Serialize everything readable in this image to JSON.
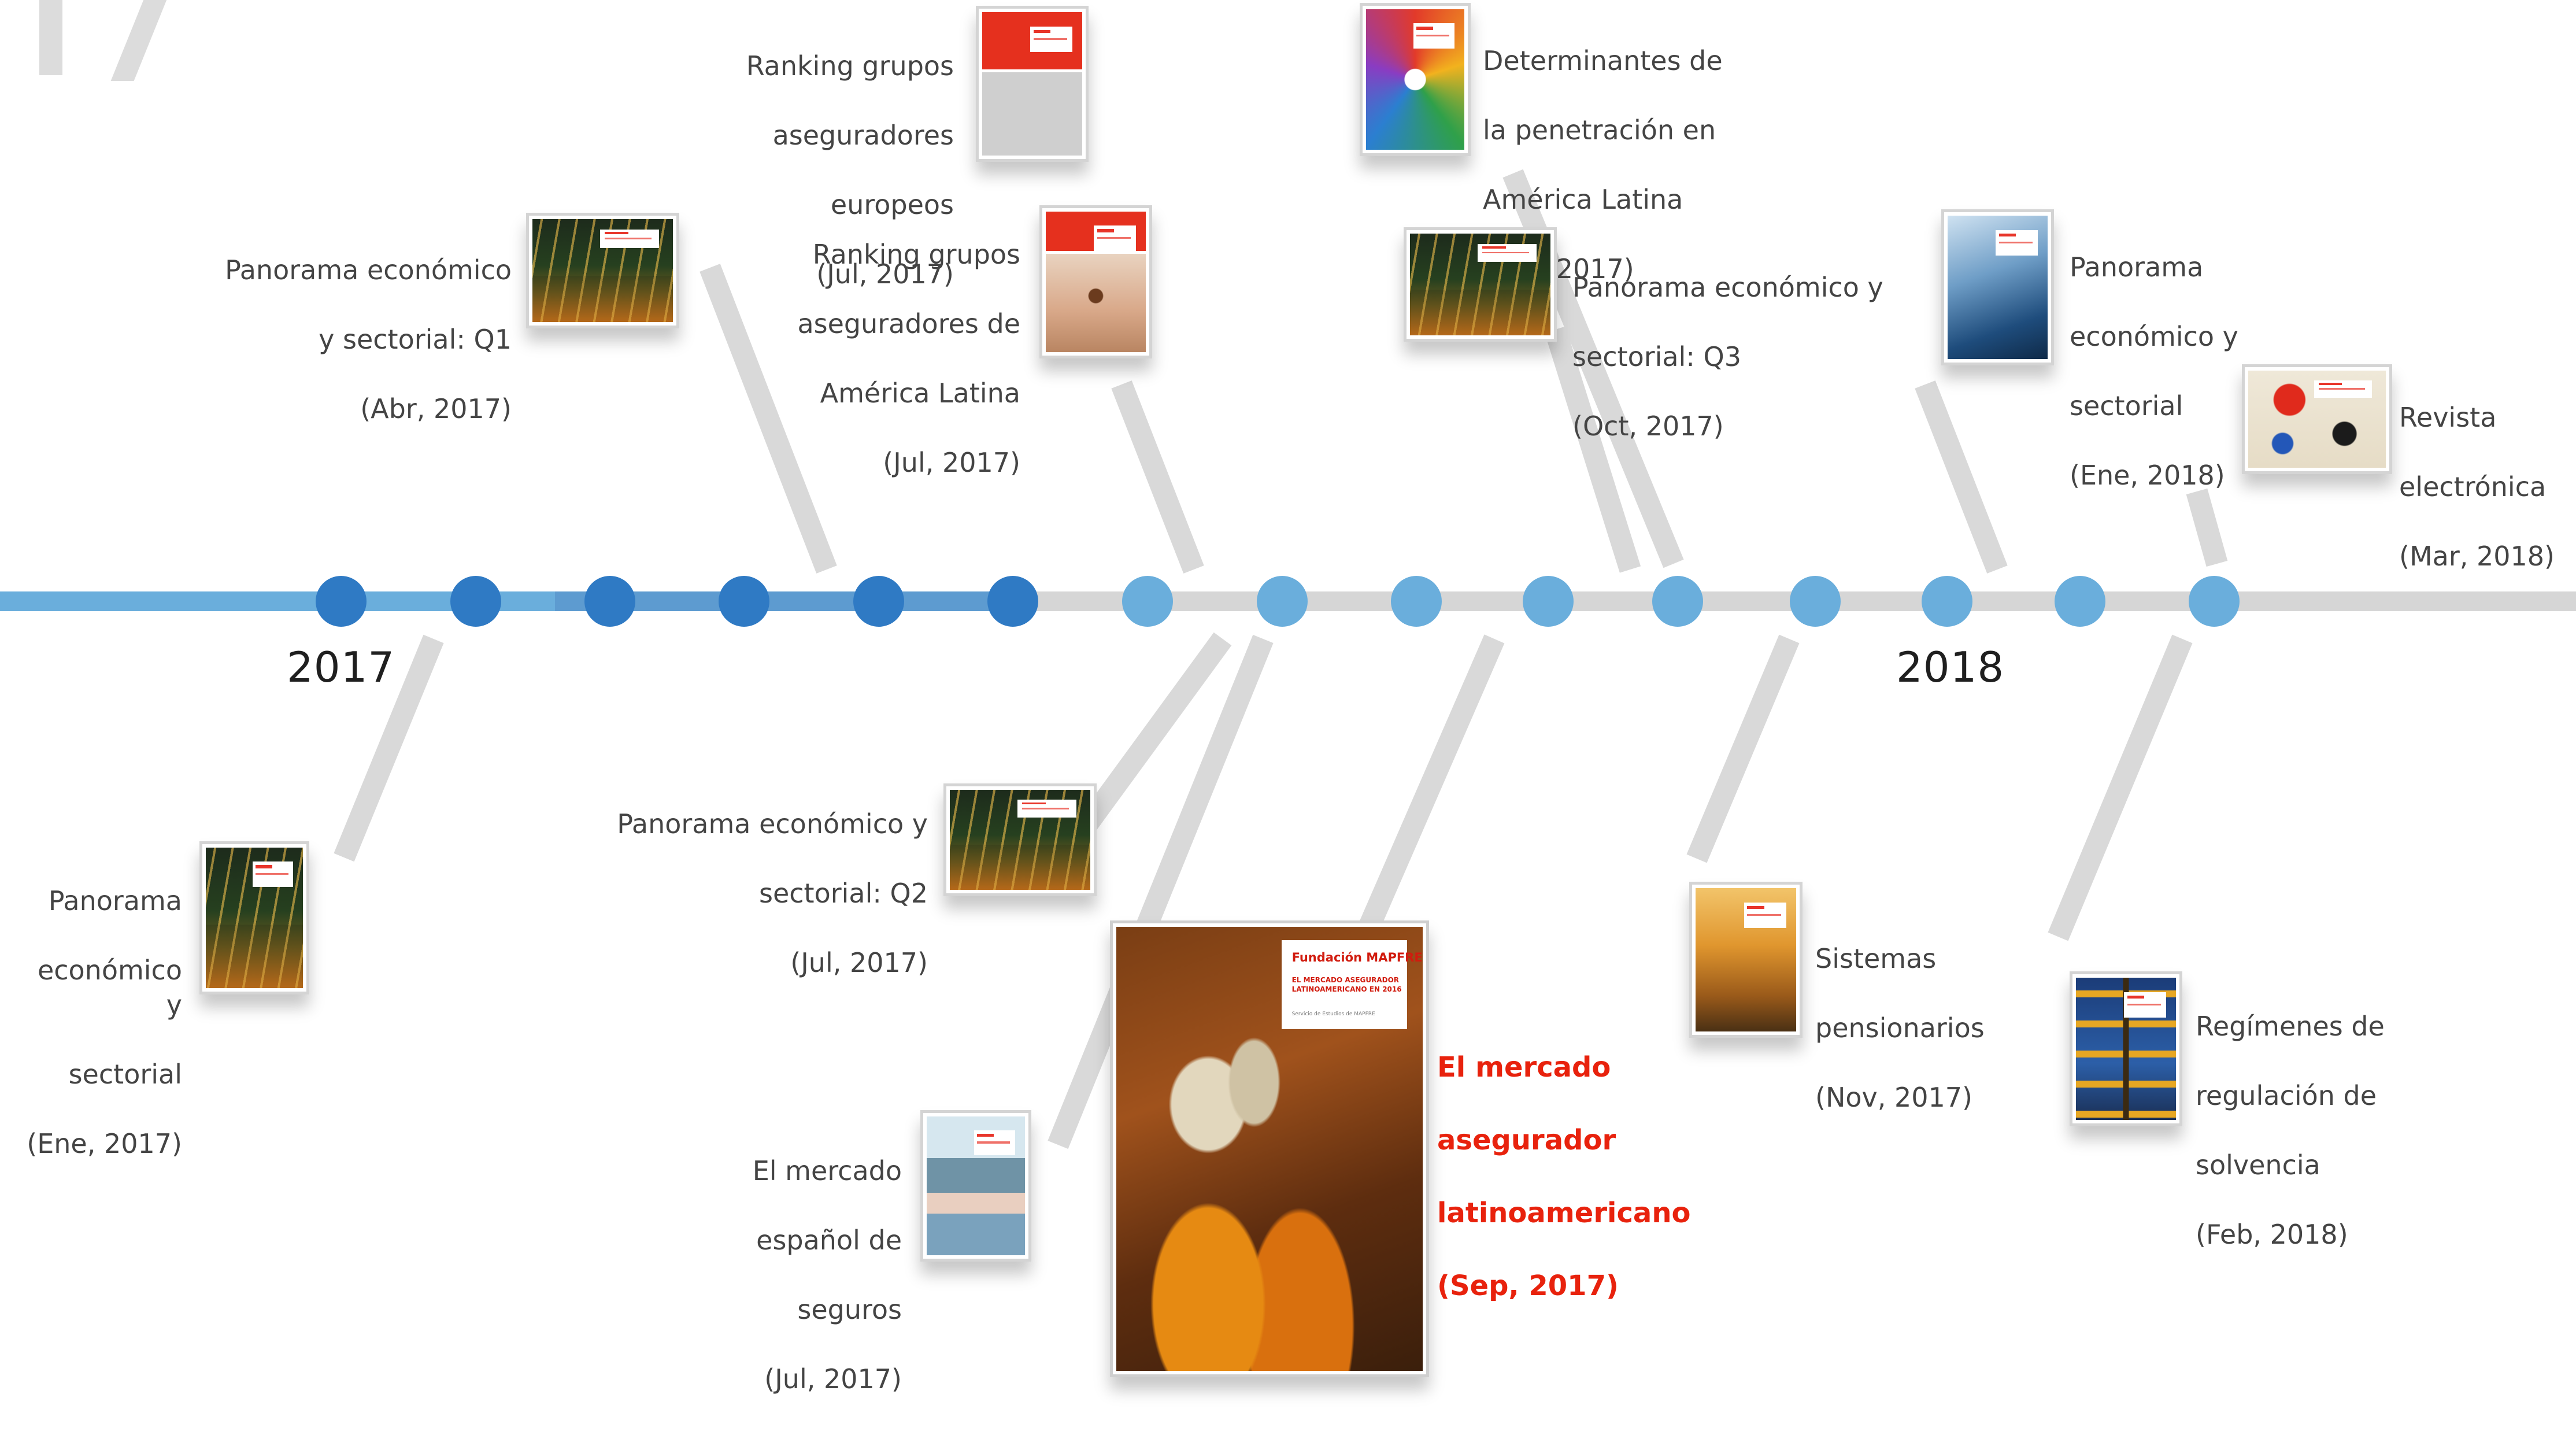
{
  "colors": {
    "dark_blue": "#2f7ac4",
    "light_blue": "#6aaedc",
    "line_grey": "#d6d6d6",
    "connector_grey": "#d9d9d9",
    "highlight_red": "#e8220d",
    "text": "#444444"
  },
  "timeline": {
    "years": {
      "y2017": "2017",
      "y2018": "2018"
    },
    "dots": 15,
    "dark_dots": 6
  },
  "items": [
    {
      "key": "pe_ene17",
      "lines": [
        "Panorama",
        "económico y",
        "sectorial",
        "(Ene, 2017)"
      ],
      "theme": "city"
    },
    {
      "key": "pe_q1",
      "lines": [
        "Panorama económico",
        "y sectorial: Q1",
        "(Abr, 2017)"
      ],
      "theme": "city"
    },
    {
      "key": "rk_eu",
      "lines": [
        "Ranking grupos",
        "aseguradores",
        "europeos",
        "(Jul, 2017)"
      ],
      "theme": "red-dome"
    },
    {
      "key": "rk_la",
      "lines": [
        "Ranking grupos",
        "aseguradores de",
        "América Latina",
        "(Jul, 2017)"
      ],
      "theme": "red-balloon"
    },
    {
      "key": "pe_q2",
      "lines": [
        "Panorama económico y",
        "sectorial: Q2",
        "(Jul, 2017)"
      ],
      "theme": "city"
    },
    {
      "key": "me_es",
      "lines": [
        "El mercado",
        "español de",
        "seguros",
        "(Jul, 2017)"
      ],
      "theme": "beach"
    },
    {
      "key": "ml_la",
      "lines": [
        "El mercado",
        "asegurador",
        "latinoamericano",
        "(Sep, 2017)"
      ],
      "theme": "painting",
      "highlight": true
    },
    {
      "key": "det_la",
      "lines": [
        "Determinantes de",
        "la penetración en",
        "América Latina",
        "(Oct, 2017)"
      ],
      "theme": "hands"
    },
    {
      "key": "pe_q3",
      "lines": [
        "Panorama económico y",
        "sectorial: Q3",
        "(Oct, 2017)"
      ],
      "theme": "city"
    },
    {
      "key": "sist_pen",
      "lines": [
        "Sistemas",
        "pensionarios",
        "(Nov, 2017)"
      ],
      "theme": "sunset"
    },
    {
      "key": "pe_ene18",
      "lines": [
        "Panorama",
        "económico y",
        "sectorial",
        "(Ene, 2018)"
      ],
      "theme": "building"
    },
    {
      "key": "reg_solv",
      "lines": [
        "Regímenes de",
        "regulación de",
        "solvencia",
        "(Feb, 2018)"
      ],
      "theme": "signpost"
    },
    {
      "key": "rev_el",
      "lines": [
        "Revista",
        "electrónica",
        "(Mar, 2018)"
      ],
      "theme": "miro"
    }
  ],
  "covers": {
    "brand_name": "Fundación MAPFRE",
    "big_title": "EL MERCADO ASEGURADOR LATINOAMERICANO EN 2016",
    "big_subtitle": "Servicio de Estudios de MAPFRE"
  }
}
